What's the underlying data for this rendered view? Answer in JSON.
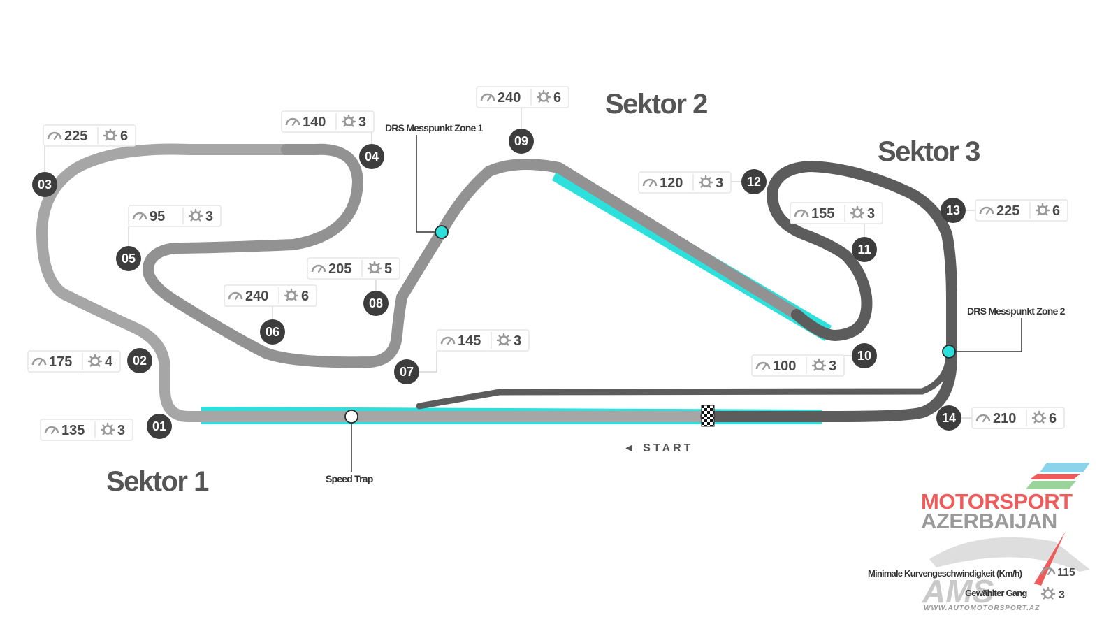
{
  "sectors": [
    {
      "id": "s1",
      "label": "Sektor 1"
    },
    {
      "id": "s2",
      "label": "Sektor 2"
    },
    {
      "id": "s3",
      "label": "Sektor 3"
    }
  ],
  "turns": [
    {
      "num": "01",
      "speed": "135",
      "gear": "3"
    },
    {
      "num": "02",
      "speed": "175",
      "gear": "4"
    },
    {
      "num": "03",
      "speed": "225",
      "gear": "6"
    },
    {
      "num": "04",
      "speed": "140",
      "gear": "3"
    },
    {
      "num": "05",
      "speed": "95",
      "gear": "3"
    },
    {
      "num": "06",
      "speed": "240",
      "gear": "6"
    },
    {
      "num": "07",
      "speed": "145",
      "gear": "3"
    },
    {
      "num": "08",
      "speed": "205",
      "gear": "5"
    },
    {
      "num": "09",
      "speed": "240",
      "gear": "6"
    },
    {
      "num": "10",
      "speed": "100",
      "gear": "3"
    },
    {
      "num": "11",
      "speed": "155",
      "gear": "3"
    },
    {
      "num": "12",
      "speed": "120",
      "gear": "3"
    },
    {
      "num": "13",
      "speed": "225",
      "gear": "6"
    },
    {
      "num": "14",
      "speed": "210",
      "gear": "6"
    }
  ],
  "labels": {
    "drs1": "DRS Messpunkt Zone 1",
    "drs2": "DRS Messpunkt Zone 2",
    "speed_trap": "Speed Trap",
    "start": "◄ START"
  },
  "legend": {
    "min_speed_label": "Minimale Kurvengeschwindigkeit (Km/h)",
    "min_speed_value": "115",
    "gear_label": "Gewählter Gang",
    "gear_value": "3"
  },
  "logo": {
    "line1": "MOTORSPORT",
    "line2": "AZERBAIJAN",
    "mark": "AMS",
    "url": "WWW.AUTOMOTORSPORT.AZ"
  },
  "colors": {
    "sector1": "#a6a6a6",
    "sector2": "#929292",
    "sector3": "#5c5c5c",
    "drs": "#2ee0dc",
    "turn_badge": "#3d3d3d",
    "info_border": "#e6e6e6"
  }
}
